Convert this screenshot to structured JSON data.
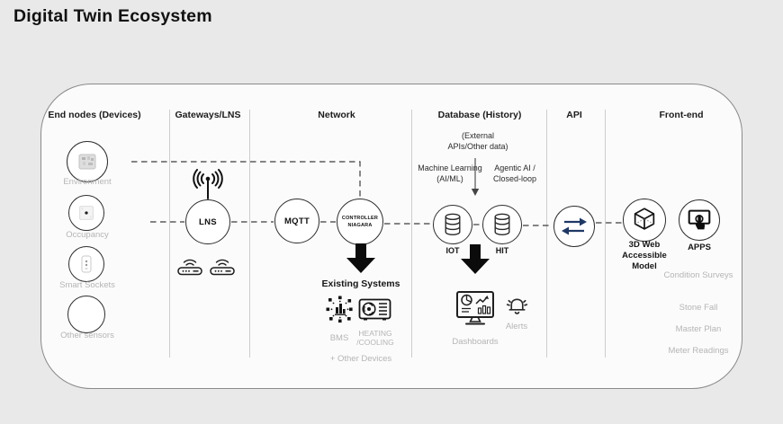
{
  "title": "Digital Twin Ecosystem",
  "colors": {
    "background": "#e9e9e9",
    "panel": "#fbfbfb",
    "ink": "#1a1a1a",
    "muted_gray": "#b5b5b5",
    "arrow_black": "#0d0d0d",
    "api_navy": "#1f3864"
  },
  "columns": {
    "end_nodes": {
      "header": "End nodes (Devices)",
      "items": [
        {
          "label": "Environment",
          "icon": "environment-sensor-icon"
        },
        {
          "label": "Occupancy",
          "icon": "occupancy-sensor-icon"
        },
        {
          "label": "Smart Sockets",
          "icon": "smart-socket-icon"
        },
        {
          "label": "Other sensors",
          "icon": "empty-circle"
        }
      ]
    },
    "gateways": {
      "header": "Gateways/LNS",
      "node": "LNS",
      "icons": [
        "antenna-icon",
        "wifi-router-icon",
        "wifi-router-icon"
      ]
    },
    "network": {
      "header": "Network",
      "mqtt": "MQTT",
      "controller": "CONTROLLER\nNIAGARA",
      "existing_systems": {
        "title": "Existing Systems",
        "bms": "BMS",
        "heating": "HEATING\n/COOLING",
        "other": "+ Other Devices"
      }
    },
    "database": {
      "header": "Database (History)",
      "external": "(External\nAPIs/Other data)",
      "machine_learning": "Machine Learning\n(AI/ML)",
      "agentic": "Agentic AI /\nClosed-loop",
      "iot": "IOT",
      "hit": "HIT",
      "dashboards": "Dashboards",
      "alerts": "Alerts"
    },
    "api": {
      "header": "API",
      "icon": "swap-arrows-icon"
    },
    "frontend": {
      "header": "Front-end",
      "model": "3D Web\nAccessible\nModel",
      "apps": "APPS",
      "list": [
        "Condition Surveys",
        "Stone Fall",
        "Master Plan",
        "Meter Readings"
      ]
    }
  }
}
